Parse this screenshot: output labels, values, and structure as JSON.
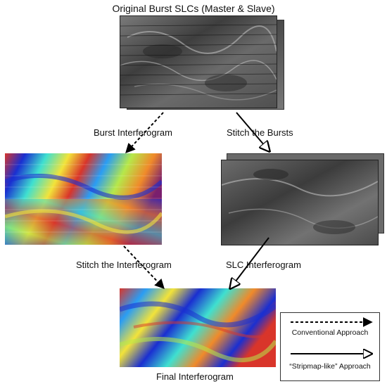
{
  "title": "Original Burst SLCs (Master & Slave)",
  "labels": {
    "burst_interferogram": "Burst Interferogram",
    "stitch_bursts": "Stitch the Bursts",
    "stitch_interferogram": "Stitch the Interferogram",
    "slc_interferogram": "SLC Interferogram",
    "final_interferogram": "Final Interferogram"
  },
  "legend": {
    "conventional": "Conventional Approach",
    "stripmap": "“Stripmap-like” Approach"
  },
  "colors": {
    "dashed_arrow": "#000000",
    "solid_arrow": "#000000",
    "fringe_palette": [
      "#1a2fd1",
      "#2a9df4",
      "#3fe0d0",
      "#b6e84a",
      "#f2e33a",
      "#f08a2a",
      "#d9352a",
      "#7a1f6e"
    ]
  }
}
